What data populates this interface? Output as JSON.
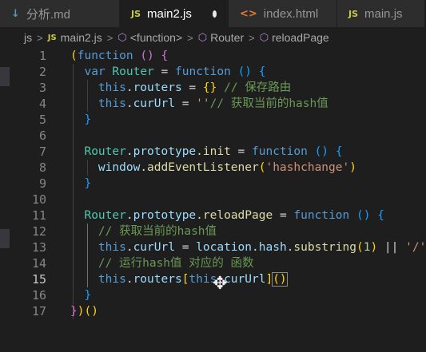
{
  "tabs": [
    {
      "icon": "↓",
      "label": "分析.md",
      "active": false
    },
    {
      "icon": "JS",
      "label": "main2.js",
      "active": true,
      "modified": true
    },
    {
      "icon": "<>",
      "label": "index.html",
      "active": false
    },
    {
      "icon": "JS",
      "label": "main.js",
      "active": false
    }
  ],
  "breadcrumb": {
    "folder": "js",
    "file_icon": "JS",
    "file": "main2.js",
    "items": [
      "<function>",
      "Router",
      "reloadPage"
    ],
    "separator": ">"
  },
  "editor": {
    "active_line": 15,
    "lines": [
      {
        "n": "1",
        "code": "(function () {"
      },
      {
        "n": "2",
        "code": "  var Router = function () {"
      },
      {
        "n": "3",
        "code": "    this.routers = {} // 保存路由"
      },
      {
        "n": "4",
        "code": "    this.curUrl = ''// 获取当前的hash值"
      },
      {
        "n": "5",
        "code": "  }"
      },
      {
        "n": "6",
        "code": ""
      },
      {
        "n": "7",
        "code": "  Router.prototype.init = function () {"
      },
      {
        "n": "8",
        "code": "    window.addEventListener('hashchange')"
      },
      {
        "n": "9",
        "code": "  }"
      },
      {
        "n": "10",
        "code": ""
      },
      {
        "n": "11",
        "code": "  Router.prototype.reloadPage = function () {"
      },
      {
        "n": "12",
        "code": "    // 获取当前的hash值"
      },
      {
        "n": "13",
        "code": "    this.curUrl = location.hash.substring(1) || '/'"
      },
      {
        "n": "14",
        "code": "    // 运行hash值 对应的 函数"
      },
      {
        "n": "15",
        "code": "    this.routers[this.curUrl]()"
      },
      {
        "n": "16",
        "code": "  }"
      },
      {
        "n": "17",
        "code": "})()"
      }
    ]
  },
  "colors": {
    "keyword": "#569cd6",
    "variable": "#9cdcfe",
    "function": "#dcdcaa",
    "string": "#ce9178",
    "comment": "#6a9955",
    "number": "#b5cea8",
    "bracket_gold": "#ffd700",
    "bracket_purple": "#da70d6",
    "bracket_blue": "#179fff"
  },
  "icons": [
    "markdown-icon",
    "js-file-icon",
    "html-file-icon",
    "cube-icon",
    "move-cursor-icon"
  ]
}
